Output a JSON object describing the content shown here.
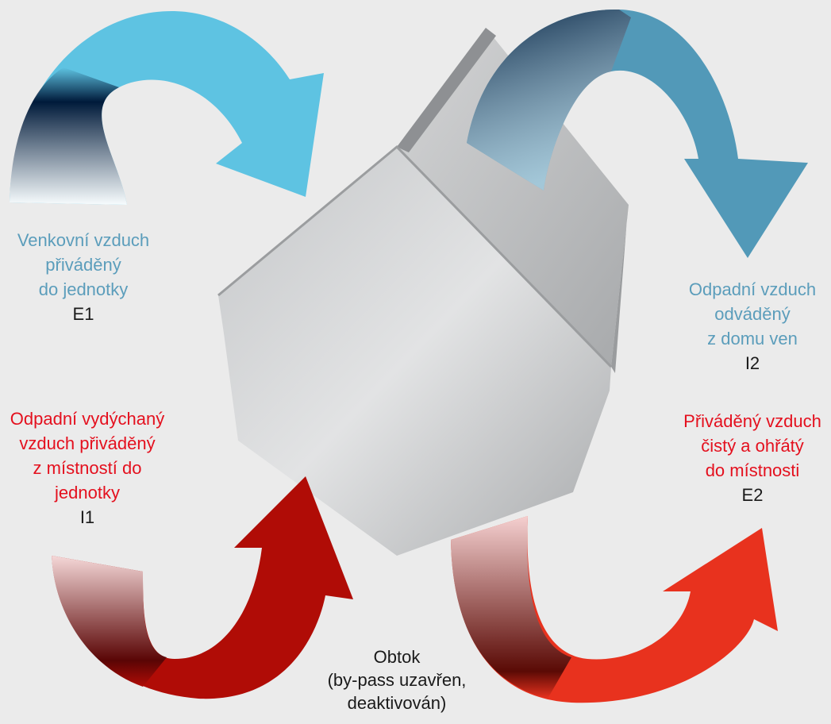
{
  "colors": {
    "background": "#ebebeb",
    "outdoor_arrow": "#5ec3e2",
    "exhaust_arrow": "#5299b8",
    "extract_arrow": "#b00c06",
    "supply_arrow": "#e8321e",
    "blue_text": "#5b9dbb",
    "red_text": "#e4101e"
  },
  "labels": {
    "e1": {
      "lines": [
        "Venkovní vzduch",
        "přiváděný",
        "do jednotky"
      ],
      "code": "E1"
    },
    "i2": {
      "lines": [
        "Odpadní vzduch",
        "odváděný",
        "z domu ven"
      ],
      "code": "I2"
    },
    "i1": {
      "lines": [
        "Odpadní vydýchaný",
        "vzduch přiváděný",
        "z místností do",
        "jednotky"
      ],
      "code": "I1"
    },
    "e2": {
      "lines": [
        "Přiváděný vzduch",
        "čistý a ohřátý",
        "do místnosti"
      ],
      "code": "E2"
    },
    "bypass": {
      "lines": [
        "Obtok",
        "(by-pass uzavřen,",
        "deaktivován)"
      ]
    }
  }
}
